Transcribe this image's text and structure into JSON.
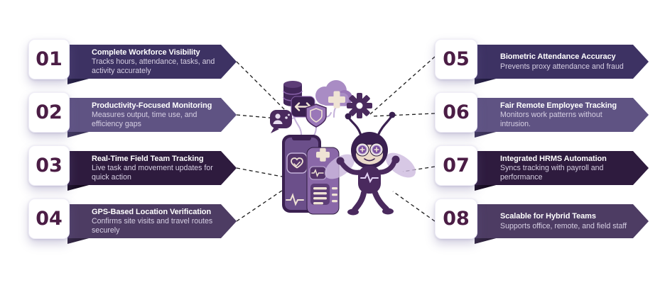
{
  "page": {
    "background": "#ffffff"
  },
  "colors": {
    "number_text": "#4b1d45",
    "number_box": "#ffffff",
    "title_text": "#ffffff",
    "description_text": "#d6cfe3",
    "dashed_line": "#1c1c1c",
    "connector_line": "#c5b2da",
    "mascot_dark": "#3a2050",
    "mascot_mid": "#6b4f8a",
    "mascot_light": "#9a77b8",
    "mascot_cream": "#efe3d4"
  },
  "items": [
    {
      "number": "01",
      "title": "Complete Workforce Visibility",
      "description": "Tracks hours, attendance, tasks, and activity accurately",
      "banner_color": "#3d3263",
      "fold_color": "#221c40"
    },
    {
      "number": "02",
      "title": "Productivity-Focused Monitoring",
      "description": "Measures output, time use, and efficiency gaps",
      "banner_color": "#5f5383",
      "fold_color": "#3b3259"
    },
    {
      "number": "03",
      "title": "Real-Time Field Team Tracking",
      "description": "Live task and movement updates for quick action",
      "banner_color": "#2e1b3e",
      "fold_color": "#170c21"
    },
    {
      "number": "04",
      "title": "GPS-Based Location Verification",
      "description": "Confirms site visits and travel routes securely",
      "banner_color": "#4d3c63",
      "fold_color": "#2e223d"
    },
    {
      "number": "05",
      "title": "Biometric Attendance Accuracy",
      "description": "Prevents proxy attendance and fraud",
      "banner_color": "#3d3263",
      "fold_color": "#221c40"
    },
    {
      "number": "06",
      "title": "Fair Remote Employee Tracking",
      "description": "Monitors work patterns without intrusion.",
      "banner_color": "#5f5383",
      "fold_color": "#3b3259"
    },
    {
      "number": "07",
      "title": "Integrated HRMS Automation",
      "description": "Syncs tracking with payroll and performance",
      "banner_color": "#2e1b3e",
      "fold_color": "#170c21"
    },
    {
      "number": "08",
      "title": "Scalable for Hybrid Teams",
      "description": "Supports office, remote, and field staff",
      "banner_color": "#4d3c63",
      "fold_color": "#2e223d"
    }
  ],
  "illustration": {
    "description": "Purple bee mascot with glowing heartbeat chest, waving beside smartphone showing health-tracking app, surrounded by connected icons",
    "icons": [
      "database-icon",
      "sync-arrow-icon",
      "cloud-health-icon",
      "shield-icon",
      "gear-icon",
      "chat-user-icon",
      "phone-health-app",
      "heart-icon",
      "pulse-icon",
      "list-icon"
    ]
  }
}
